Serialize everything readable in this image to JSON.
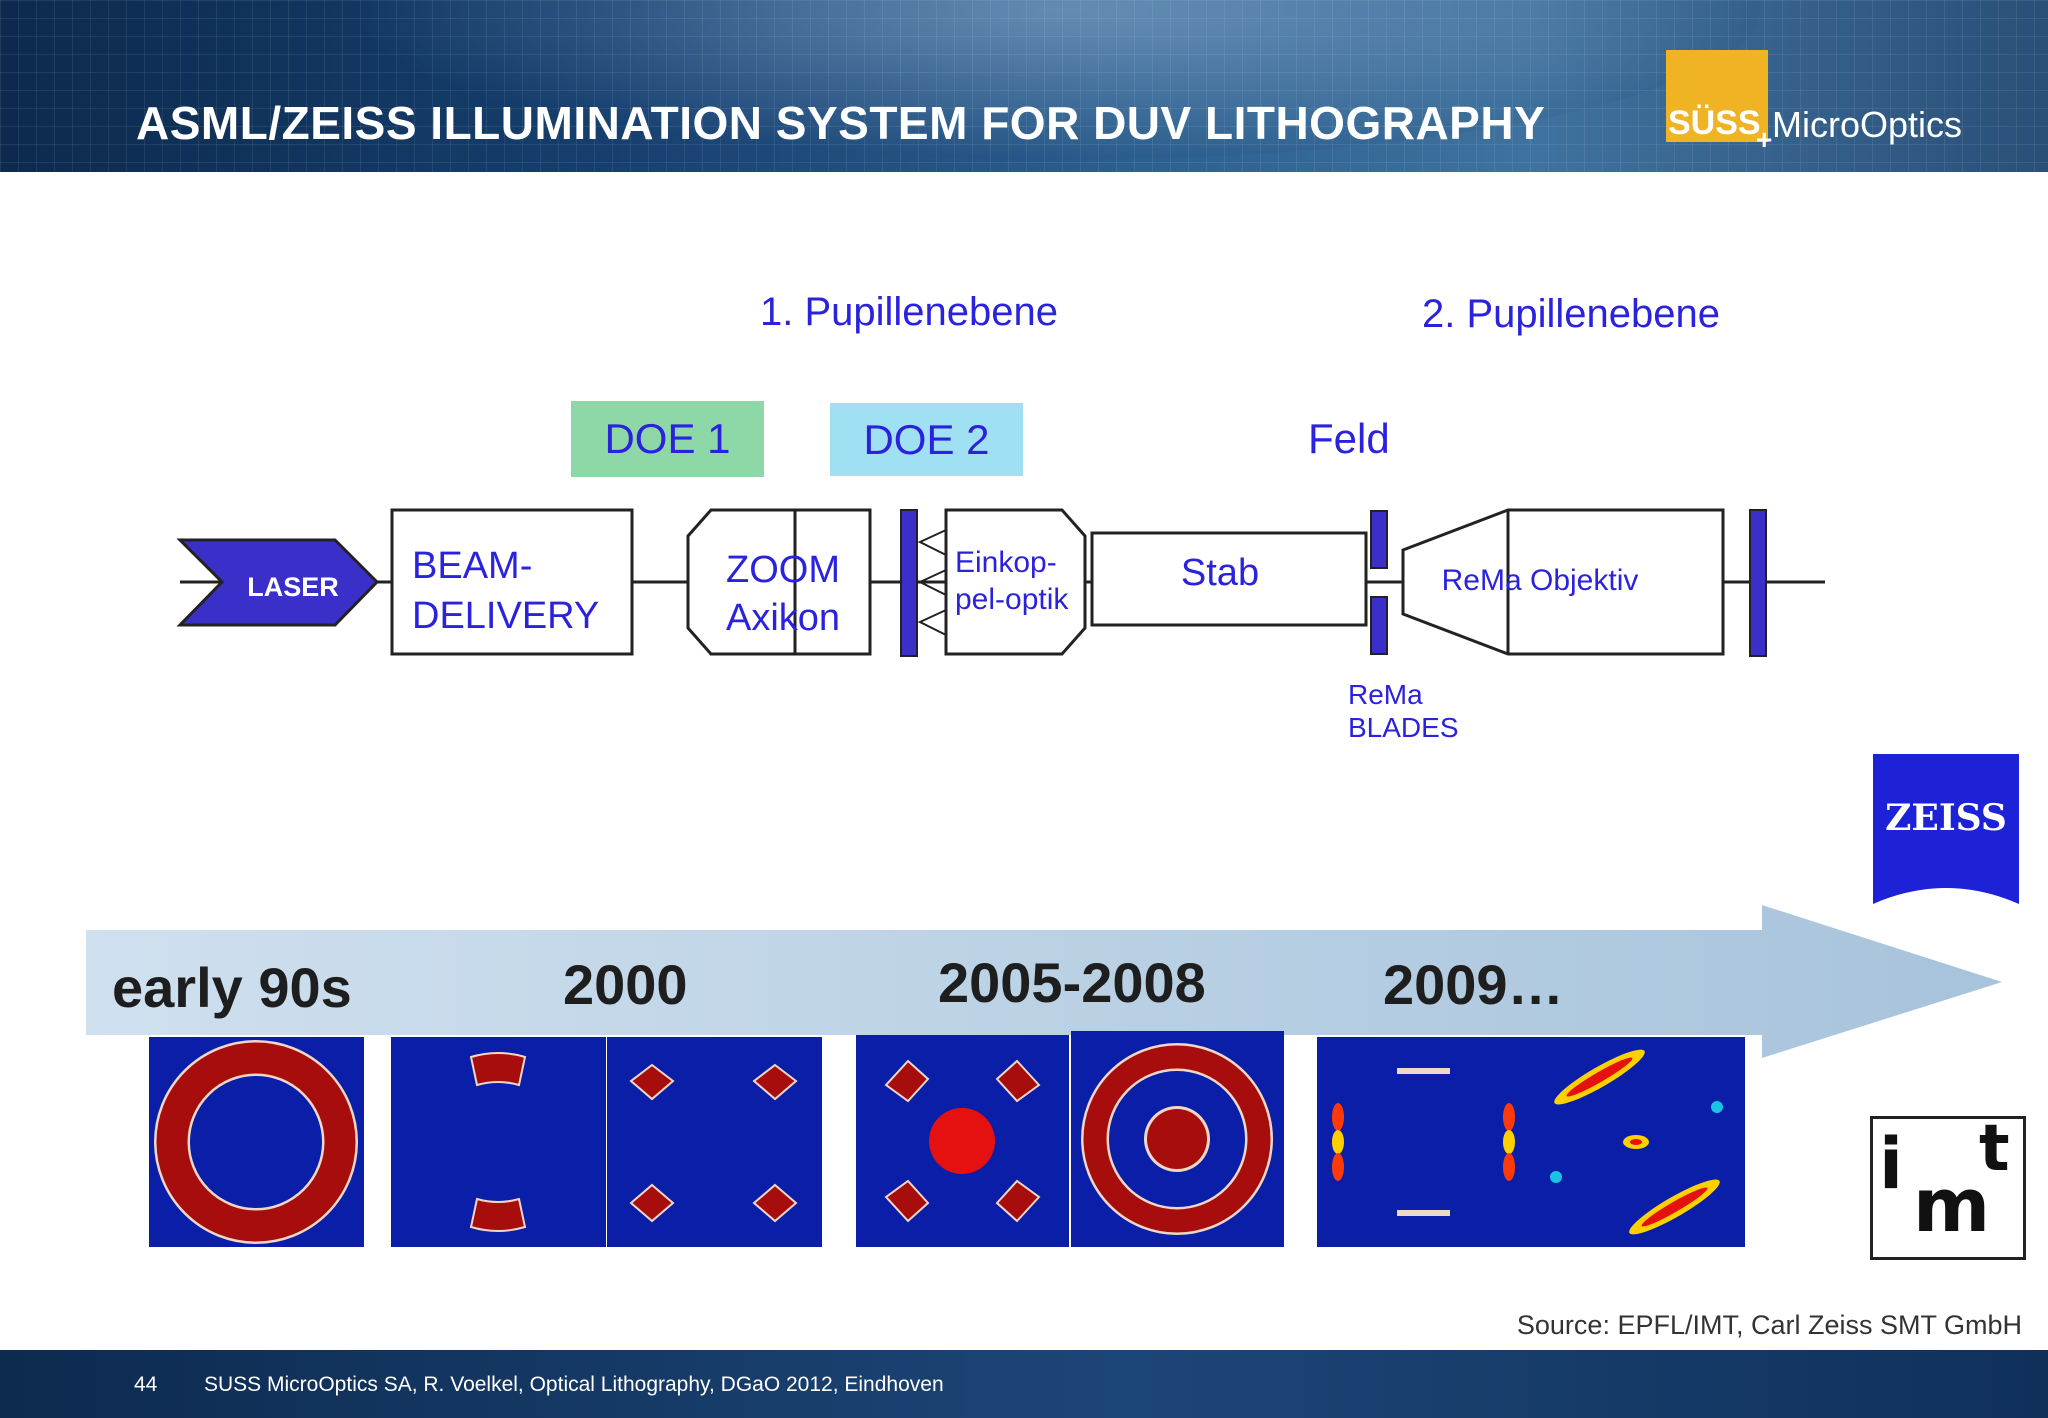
{
  "slide": {
    "title": "ASML/ZEISS ILLUMINATION SYSTEM FOR DUV LITHOGRAPHY",
    "logo": {
      "suss": "SÜSS",
      "micro": "MicroOptics",
      "plus": "+"
    },
    "pupil_labels": [
      "1. Pupillenebene",
      "2. Pupillenebene"
    ],
    "doe_labels": [
      "DOE 1",
      "DOE 2"
    ],
    "field_label": "Feld",
    "blocks": {
      "laser": "LASER",
      "beam": [
        "BEAM-",
        "DELIVERY"
      ],
      "zoom": [
        "ZOOM",
        "Axikon"
      ],
      "einkop": [
        "Einkop-",
        "pel-optik"
      ],
      "stab": "Stab",
      "rema_obj": "ReMa Objektiv",
      "rema_blades": [
        "ReMa",
        "BLADES"
      ]
    },
    "timeline": [
      "early 90s",
      "2000",
      "2005-2008",
      "2009…"
    ],
    "zeiss_logo": "ZEISS",
    "imt_logo": {
      "i": "i",
      "m": "m",
      "t": "t"
    },
    "source": "Source: EPFL/IMT, Carl Zeiss SMT GmbH",
    "footer": {
      "page": "44",
      "text": "SUSS MicroOptics SA, R. Voelkel, Optical Lithography, DGaO 2012, Eindhoven"
    },
    "colors": {
      "label_blue": "#2b22dd",
      "block_blue": "#3a2fc8",
      "pattern_bg": "#0a1ea8",
      "pattern_red": "#a80d0d",
      "suss_yellow": "#f0b323",
      "doe1_green": "#8ed8a8",
      "doe2_cyan": "#9fe0f2"
    }
  }
}
